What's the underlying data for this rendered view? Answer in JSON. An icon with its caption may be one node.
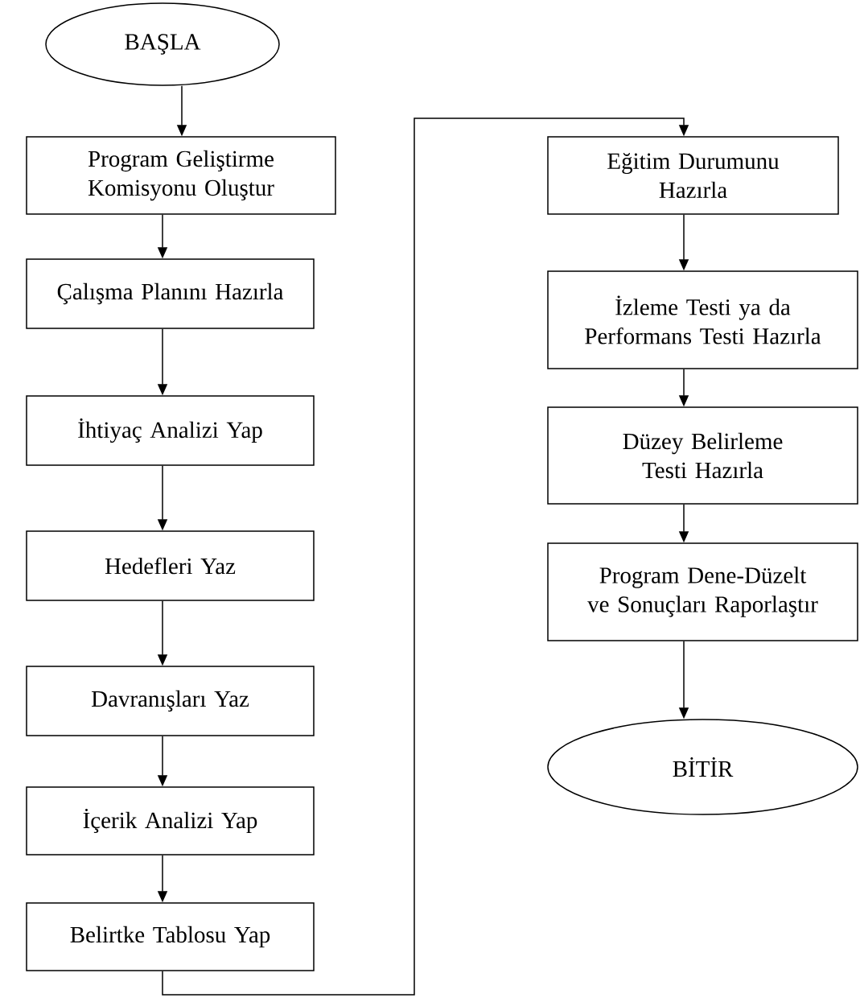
{
  "diagram": {
    "nodes": [
      {
        "text": [
          "BAŞLA"
        ]
      },
      {
        "text": [
          "Program Geliştirme Komisyonu Oluştur"
        ]
      },
      {
        "text": [
          "Çalışma Planını Hazırla"
        ]
      },
      {
        "text": [
          "İhtiyaç Analizi Yap"
        ]
      },
      {
        "text": [
          "Hedefleri Yaz"
        ]
      },
      {
        "text": [
          "Davranışları Yaz"
        ]
      },
      {
        "text": [
          "İçerik Analizi Yap"
        ]
      },
      {
        "text": [
          "Belirtke Tablosu Yap"
        ]
      },
      {
        "text": [
          "Eğitim Durumunu Hazırla"
        ]
      },
      {
        "text": [
          "İzleme Testi ya da Performans Testi Hazırla"
        ]
      },
      {
        "text": [
          "Düzey Belirleme Testi Hazırla"
        ]
      },
      {
        "text": [
          "Program Dene-Düzelt ve Sonuçları Raporlaştır"
        ]
      },
      {
        "text": [
          "BİTİR"
        ]
      }
    ],
    "edges": [
      {
        "from": 0,
        "to": 1,
        "arrow": "to"
      },
      {
        "from": 1,
        "to": 2,
        "arrow": "to"
      },
      {
        "from": 2,
        "to": 3,
        "arrow": "to"
      },
      {
        "from": 3,
        "to": 4,
        "arrow": "to"
      },
      {
        "from": 4,
        "to": 5,
        "arrow": "to"
      },
      {
        "from": 5,
        "to": 6,
        "arrow": "to"
      },
      {
        "from": 6,
        "to": 7,
        "arrow": "to"
      },
      {
        "from": 7,
        "to": 8,
        "arrow": "to"
      },
      {
        "from": 8,
        "to": 9,
        "arrow": "to"
      },
      {
        "from": 9,
        "to": 10,
        "arrow": "to"
      },
      {
        "from": 10,
        "to": 11,
        "arrow": "to"
      },
      {
        "from": 11,
        "to": 12,
        "arrow": "to"
      }
    ]
  }
}
